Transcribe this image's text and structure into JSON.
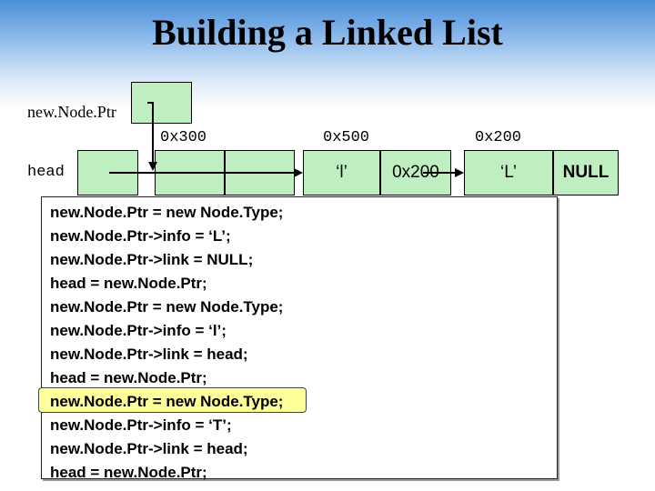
{
  "title": "Building a Linked List",
  "labels": {
    "new_node_ptr": "new.Node.Ptr",
    "head": "head",
    "addr_1": "0x300",
    "addr_2": "0x500",
    "addr_3": "0x200"
  },
  "nodes": {
    "node2_info": "‘l’",
    "node2_link": "0x200",
    "node3_info": "‘L’",
    "node3_link": "NULL"
  },
  "code_lines": [
    "new.Node.Ptr = new Node.Type;",
    "new.Node.Ptr->info = ‘L’;",
    "new.Node.Ptr->link = NULL;",
    "head = new.Node.Ptr;",
    "new.Node.Ptr = new Node.Type;",
    "new.Node.Ptr->info = ‘l’;",
    "new.Node.Ptr->link = head;",
    "head = new.Node.Ptr;",
    "new.Node.Ptr = new Node.Type;",
    "new.Node.Ptr->info = ‘T’;",
    "new.Node.Ptr->link = head;",
    "head = new.Node.Ptr;"
  ],
  "highlighted_line": 8,
  "colors": {
    "node_fill": "#bfeec0",
    "highlight": "#ffff99",
    "title_gradient_top": "#4a8fd8"
  }
}
